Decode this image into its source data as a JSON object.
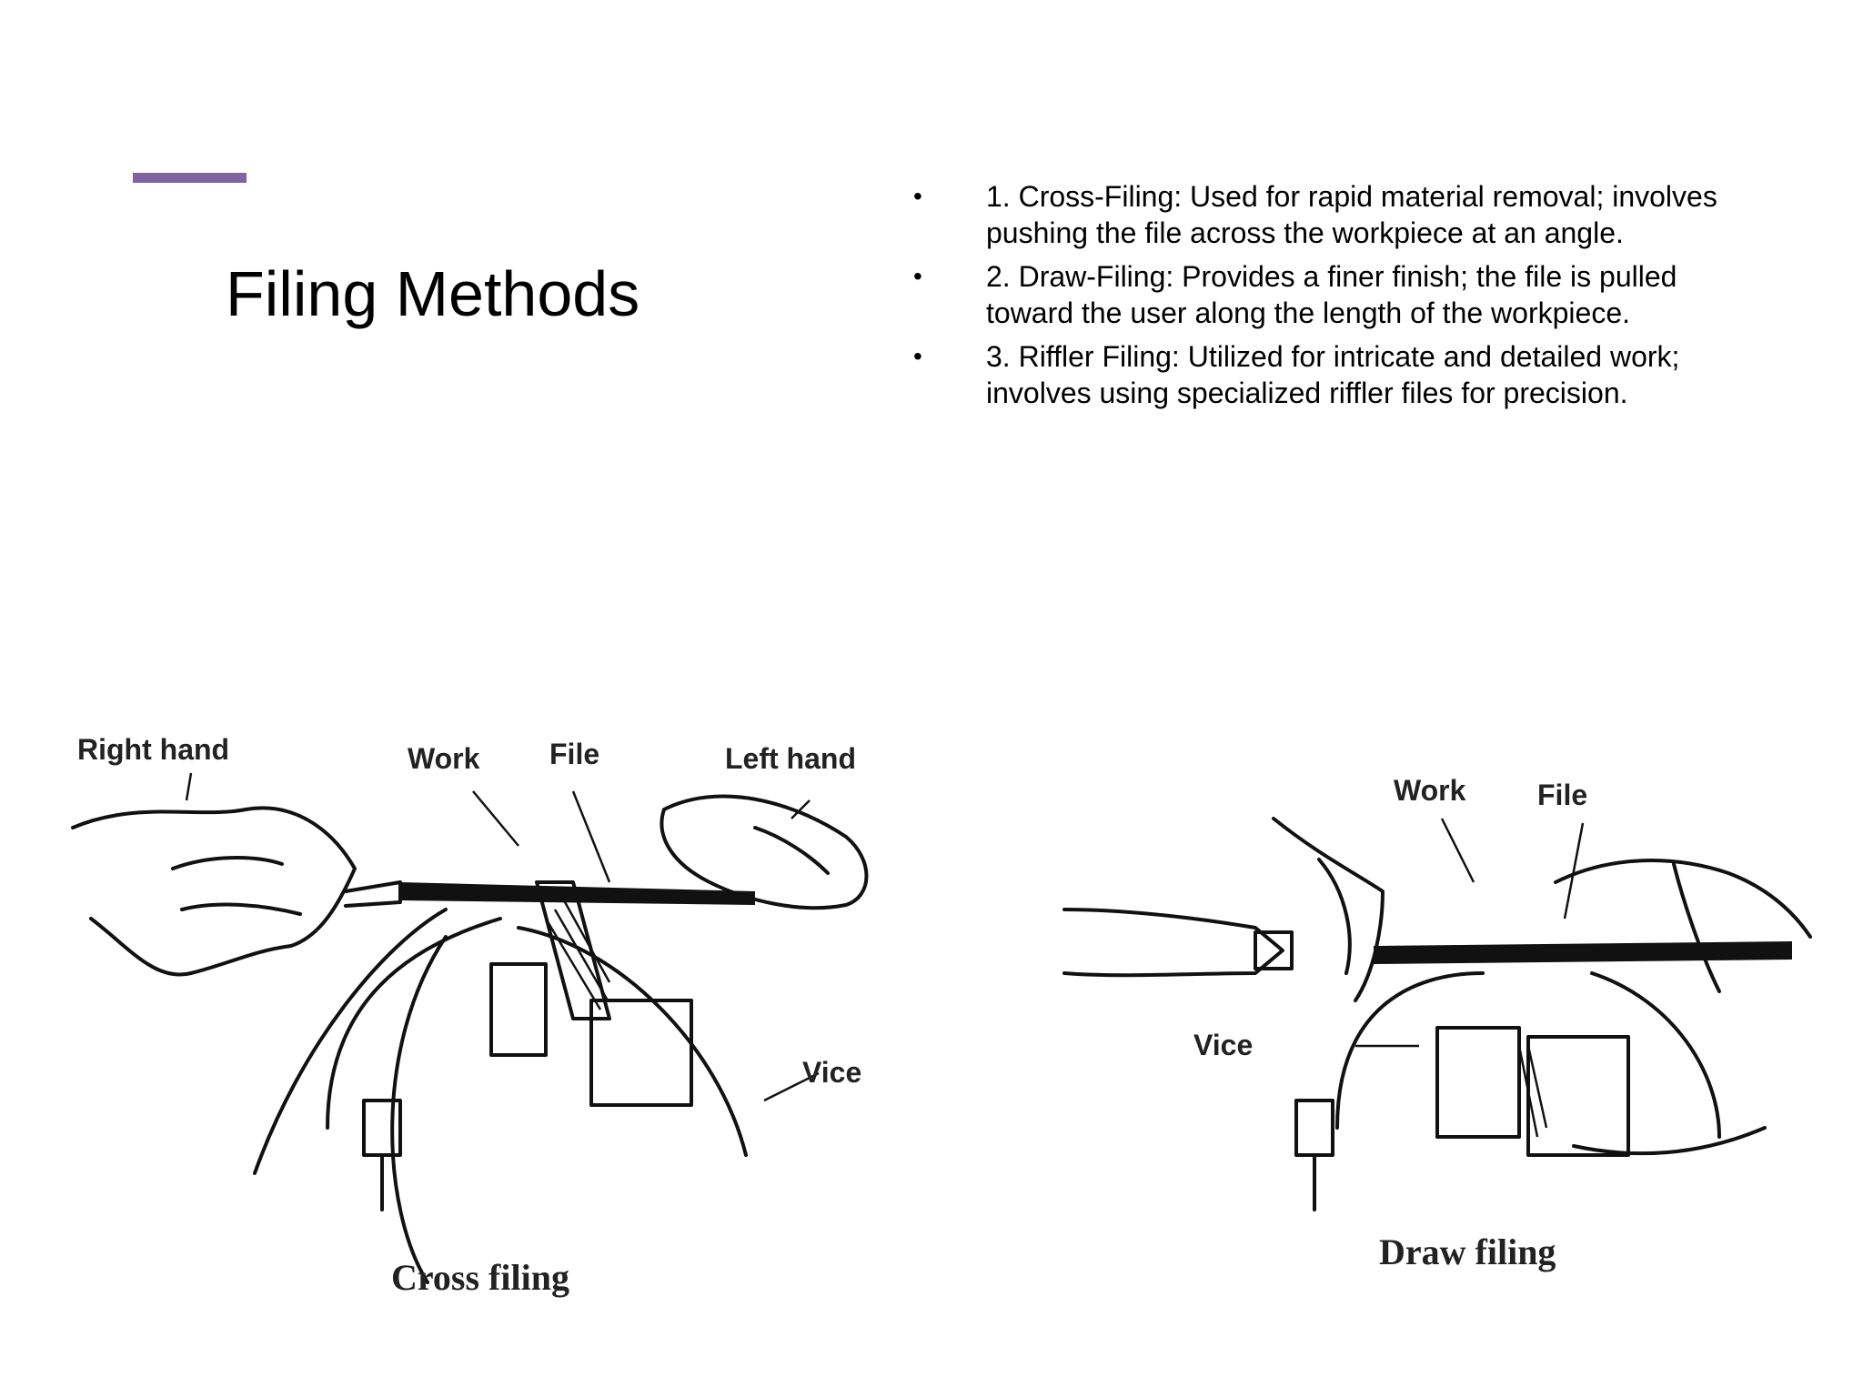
{
  "slide": {
    "title": "Filing Methods",
    "accent_color": "#8064a2",
    "bullet_glyph": "•",
    "bullets": [
      "1. Cross-Filing: Used for rapid material removal; involves pushing the file across the workpiece at an angle.",
      "2. Draw-Filing: Provides a finer finish; the file is pulled toward the user along the length of the workpiece.",
      "3. Riffler Filing: Utilized for intricate and detailed work; involves using specialized riffler files for precision."
    ]
  },
  "figures": {
    "cross": {
      "labels": {
        "right_hand": "Right hand",
        "work": "Work",
        "file": "File",
        "left_hand": "Left hand",
        "vice": "Vice"
      },
      "caption": "Cross filing"
    },
    "draw": {
      "labels": {
        "work": "Work",
        "file": "File",
        "vice": "Vice"
      },
      "caption": "Draw filing"
    }
  }
}
